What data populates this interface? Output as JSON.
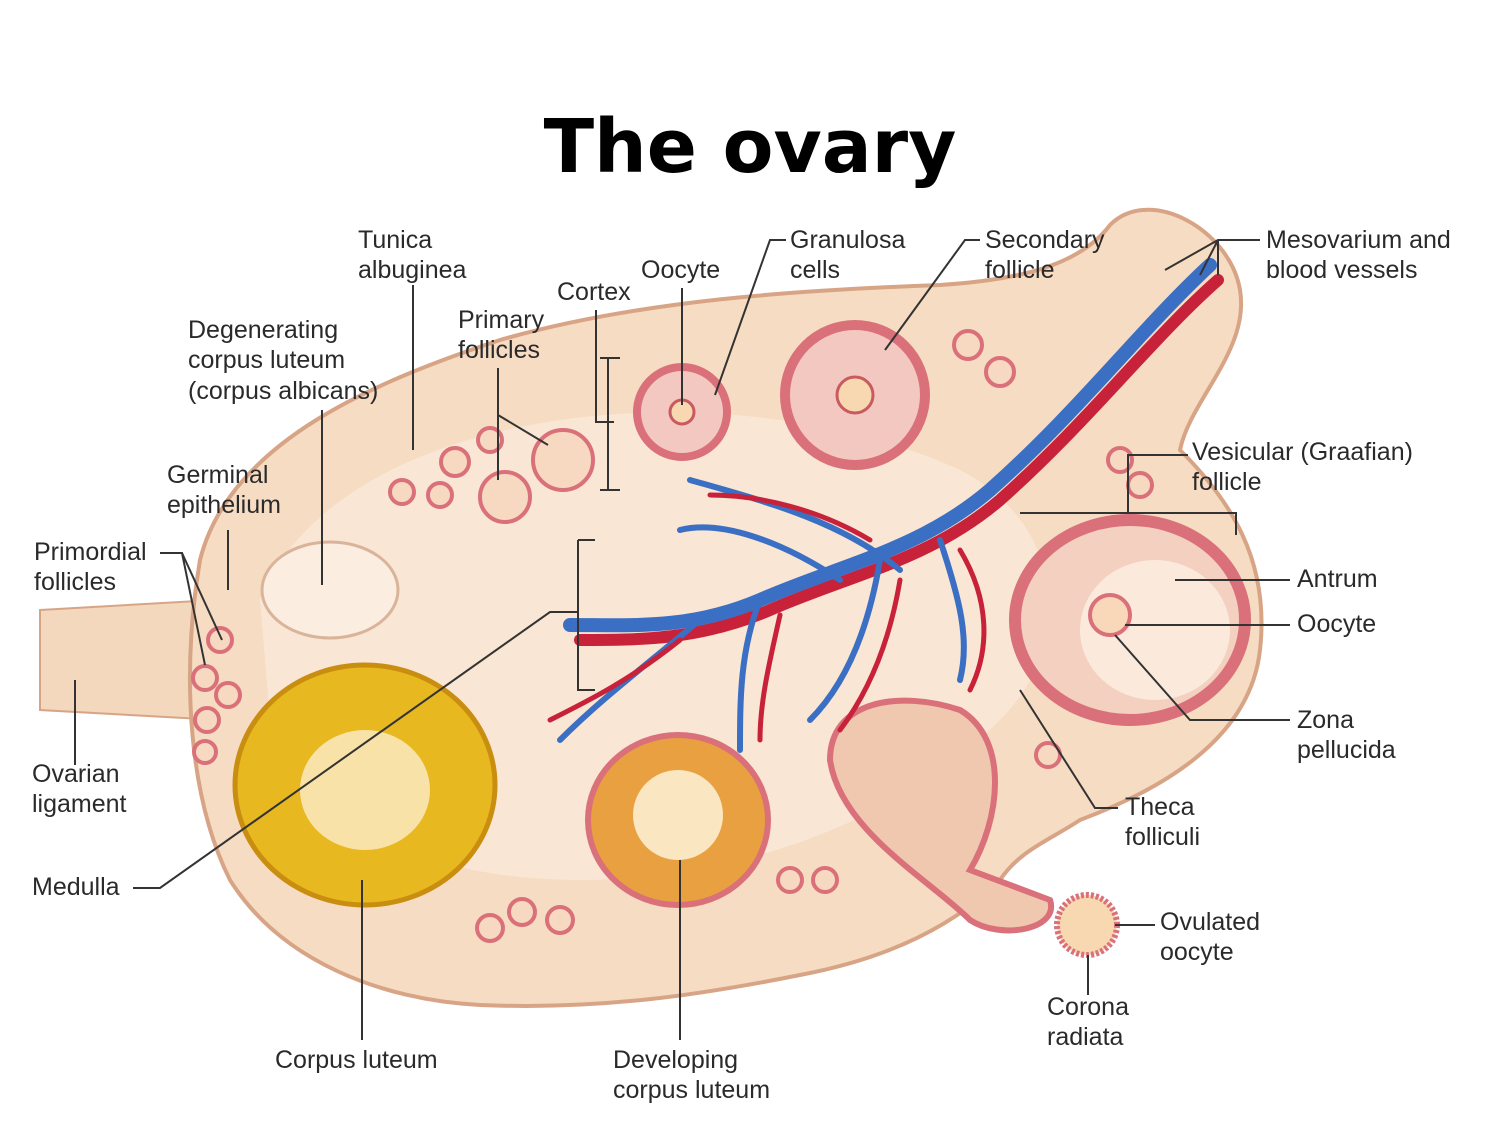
{
  "title": "The ovary",
  "labels": {
    "tunica_albuginea": [
      "Tunica",
      "albuginea"
    ],
    "oocyte_top": "Oocyte",
    "granulosa_cells": [
      "Granulosa",
      "cells"
    ],
    "secondary_follicle": [
      "Secondary",
      "follicle"
    ],
    "mesovarium": [
      "Mesovarium and",
      "blood vessels"
    ],
    "cortex": "Cortex",
    "primary_follicles": [
      "Primary",
      "follicles"
    ],
    "corpus_albicans": [
      "Degenerating",
      "corpus luteum",
      "(corpus albicans)"
    ],
    "germinal_epithelium": [
      "Germinal",
      "epithelium"
    ],
    "primordial_follicles": [
      "Primordial",
      "follicles"
    ],
    "vesicular_follicle": [
      "Vesicular (Graafian)",
      "follicle"
    ],
    "antrum": "Antrum",
    "oocyte_right": "Oocyte",
    "zona_pellucida": [
      "Zona",
      "pellucida"
    ],
    "ovarian_ligament": [
      "Ovarian",
      "ligament"
    ],
    "theca_folliculi": [
      "Theca",
      "folliculi"
    ],
    "medulla": "Medulla",
    "ovulated_oocyte": [
      "Ovulated",
      "oocyte"
    ],
    "corona_radiata": [
      "Corona",
      "radiata"
    ],
    "corpus_luteum": "Corpus luteum",
    "developing_corpus_luteum": [
      "Developing",
      "corpus luteum"
    ]
  },
  "colors": {
    "tissue": "#f6dcc2",
    "outline": "#d8a486",
    "vein": "#3a6fc4",
    "artery": "#c8213a",
    "luteum": "#e8b820",
    "follicle": "#d9707a"
  }
}
